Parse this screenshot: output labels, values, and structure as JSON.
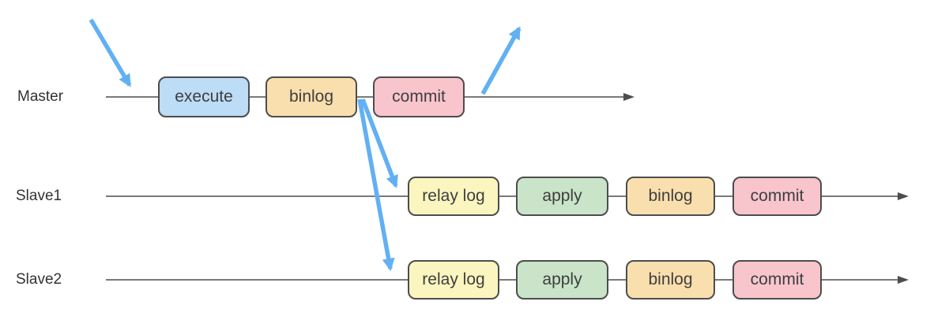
{
  "diagram": {
    "description": "MySQL master-slave replication timeline diagram",
    "rows": [
      {
        "label": "Master",
        "boxes": [
          {
            "label": "execute",
            "color": "#BDDCF5"
          },
          {
            "label": "binlog",
            "color": "#FADFAE"
          },
          {
            "label": "commit",
            "color": "#F8C5CD"
          }
        ]
      },
      {
        "label": "Slave1",
        "boxes": [
          {
            "label": "relay log",
            "color": "#FBF6BF"
          },
          {
            "label": "apply",
            "color": "#C9E4C8"
          },
          {
            "label": "binlog",
            "color": "#FADFAE"
          },
          {
            "label": "commit",
            "color": "#F8C5CD"
          }
        ]
      },
      {
        "label": "Slave2",
        "boxes": [
          {
            "label": "relay log",
            "color": "#FBF6BF"
          },
          {
            "label": "apply",
            "color": "#C9E4C8"
          },
          {
            "label": "binlog",
            "color": "#FADFAE"
          },
          {
            "label": "commit",
            "color": "#F8C5CD"
          }
        ]
      }
    ],
    "arrows": [
      {
        "id": "incoming-request",
        "from": "top-left",
        "to": "master-timeline-before-execute"
      },
      {
        "id": "outgoing-response",
        "from": "master-timeline-after-commit",
        "to": "top-right"
      },
      {
        "id": "binlog-to-slave1",
        "from": "master-binlog",
        "to": "slave1-relay-log"
      },
      {
        "id": "binlog-to-slave2",
        "from": "master-binlog",
        "to": "slave2-relay-log"
      }
    ],
    "colors": {
      "background": "#FFFFFF",
      "timeline": "#4D4D4D",
      "box_border": "#4D4D4D",
      "box_text": "#3E3E3E",
      "arrow": "#62B0F3",
      "box_blue": "#BDDCF5",
      "box_orange": "#FADFAE",
      "box_pink": "#F8C5CD",
      "box_yellow": "#FBF6BF",
      "box_green": "#C9E4C8"
    }
  }
}
